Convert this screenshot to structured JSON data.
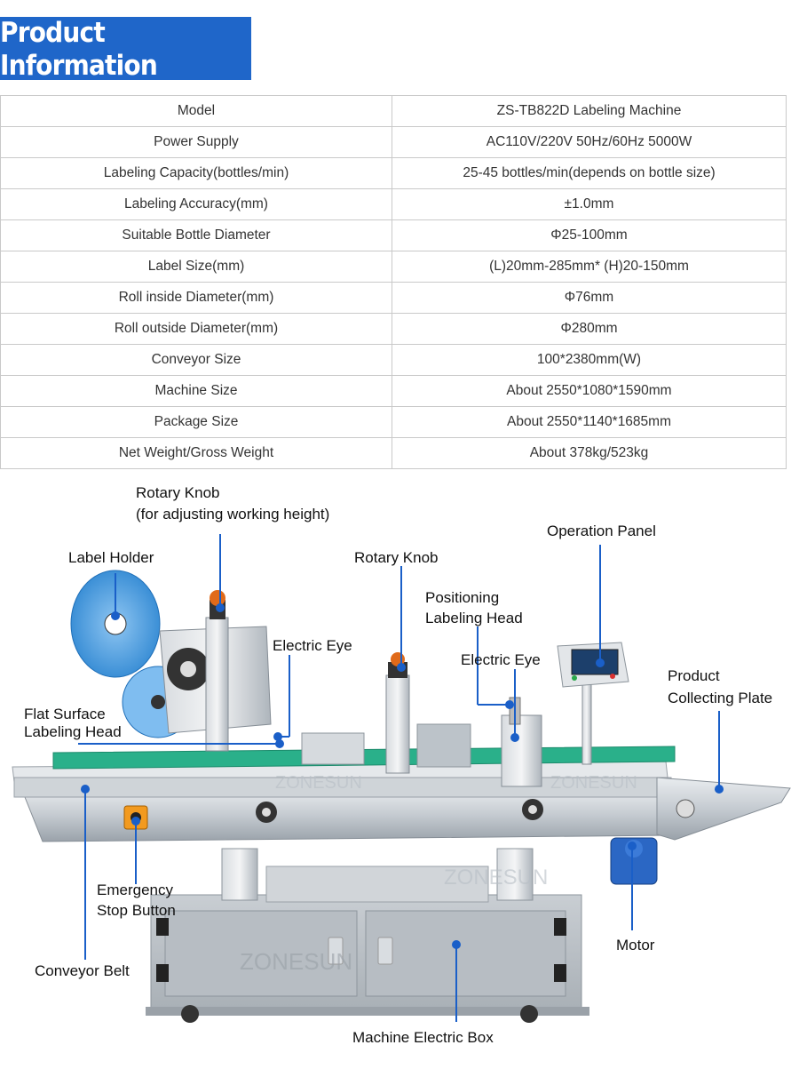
{
  "header": {
    "title": "Product Information"
  },
  "specs": [
    {
      "key": "Model",
      "value": "ZS-TB822D Labeling Machine"
    },
    {
      "key": "Power Supply",
      "value": "AC110V/220V 50Hz/60Hz 5000W"
    },
    {
      "key": "Labeling Capacity(bottles/min)",
      "value": "25-45 bottles/min(depends on bottle size)"
    },
    {
      "key": "Labeling Accuracy(mm)",
      "value": "±1.0mm"
    },
    {
      "key": "Suitable Bottle Diameter",
      "value": "Φ25-100mm"
    },
    {
      "key": "Label Size(mm)",
      "value": "(L)20mm-285mm* (H)20-150mm"
    },
    {
      "key": "Roll inside Diameter(mm)",
      "value": "Φ76mm"
    },
    {
      "key": "Roll outside Diameter(mm)",
      "value": "Φ280mm"
    },
    {
      "key": "Conveyor Size",
      "value": "100*2380mm(W)"
    },
    {
      "key": "Machine Size",
      "value": "About 2550*1080*1590mm"
    },
    {
      "key": "Package Size",
      "value": "About 2550*1140*1685mm"
    },
    {
      "key": "Net Weight/Gross Weight",
      "value": "About 378kg/523kg"
    }
  ],
  "diagram": {
    "labels": {
      "rotary_knob_height": "Rotary Knob\n(for adjusting working height)",
      "label_holder": "Label Holder",
      "rotary_knob": "Rotary Knob",
      "operation_panel": "Operation Panel",
      "positioning_head": "Positioning\nLabeling Head",
      "electric_eye_left": "Electric Eye",
      "electric_eye_right": "Electric Eye",
      "product_plate": "Product\nCollecting Plate",
      "flat_head": "Flat Surface\nLabeling Head",
      "emergency_stop": "Emergency\nStop Button",
      "conveyor_belt": "Conveyor Belt",
      "motor": "Motor",
      "electric_box": "Machine Electric Box"
    },
    "watermarks": [
      "ZONESUN",
      "ZONESUN",
      "ZONESUN",
      "ZONESUN"
    ],
    "colors": {
      "accent": "#1f66c9",
      "belt": "#2ab08a",
      "leader": "#1a5fc8",
      "label_roll": "#4aa3e8"
    }
  }
}
